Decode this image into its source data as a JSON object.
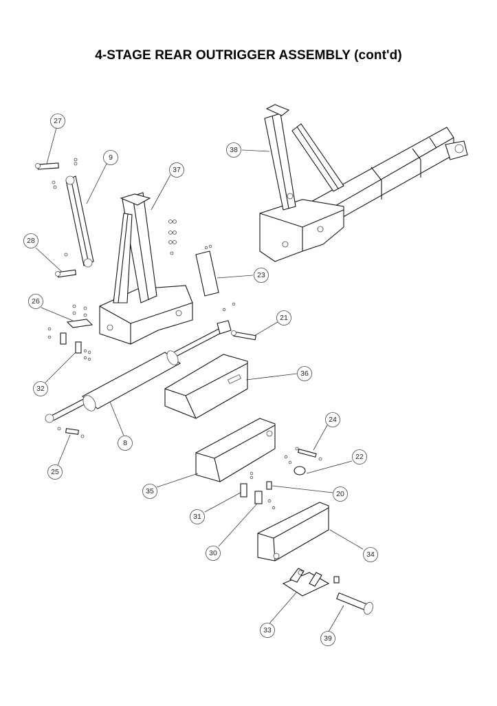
{
  "title": "4-STAGE REAR OUTRIGGER ASSEMBLY (cont'd)",
  "callouts": {
    "c27": "27",
    "c9": "9",
    "c37": "37",
    "c38": "38",
    "c28": "28",
    "c23": "23",
    "c26": "26",
    "c21": "21",
    "c36": "36",
    "c32": "32",
    "c8": "8",
    "c24": "24",
    "c22": "22",
    "c25": "25",
    "c35": "35",
    "c20": "20",
    "c31": "31",
    "c34": "34",
    "c30": "30",
    "c33": "33",
    "c39": "39"
  }
}
